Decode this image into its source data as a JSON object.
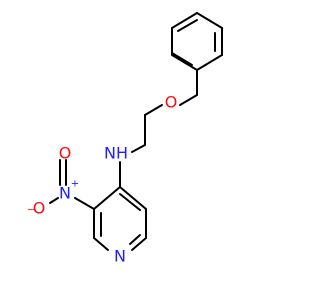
{
  "molecule": {
    "atoms": {
      "ring_n": {
        "symbol": "N",
        "color": "#2020ff"
      },
      "amine_n": {
        "symbol": "NH",
        "color": "#2020ff"
      },
      "nitro_n": {
        "symbol": "N",
        "charge": "+",
        "color": "#2020ff"
      },
      "nitro_o_top": {
        "symbol": "O",
        "color": "#ff0d0d"
      },
      "nitro_o_left": {
        "symbol": "O",
        "charge": "−",
        "color": "#ff0d0d"
      },
      "ether_o": {
        "symbol": "O",
        "color": "#ff0d0d"
      }
    },
    "bond_color": "#000000"
  }
}
